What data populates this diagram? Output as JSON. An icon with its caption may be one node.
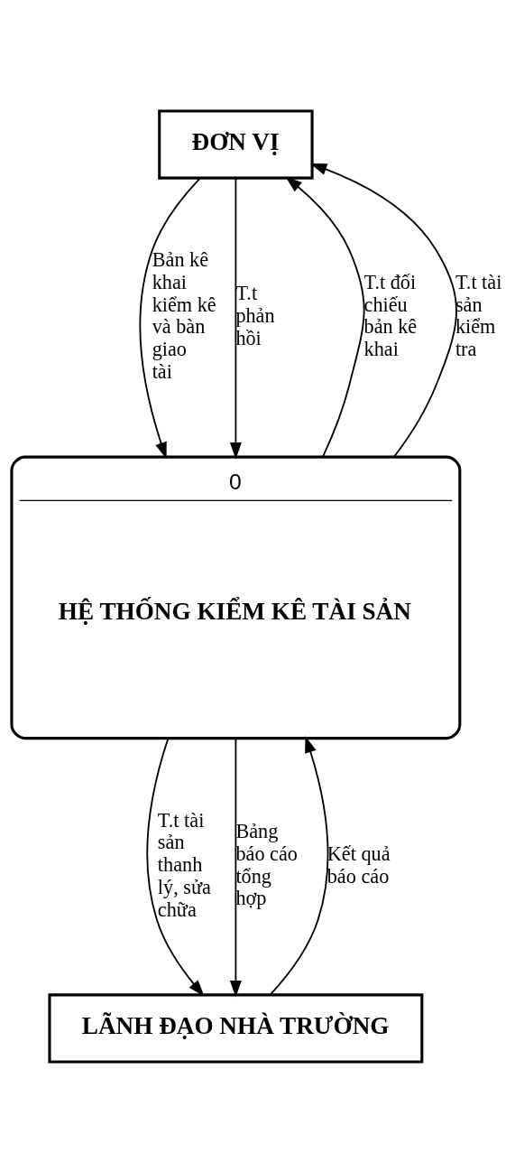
{
  "diagram": {
    "nodes": [
      {
        "text": [
          "ĐƠN VỊ"
        ]
      },
      {
        "text": [
          "0",
          "HỆ THỐNG KIỂM KÊ TÀI SẢN"
        ]
      },
      {
        "text": [
          "LÃNH ĐẠO NHÀ TRƯỜNG"
        ]
      }
    ],
    "edges": [
      {
        "from": 0,
        "to": 1,
        "arrow": "to",
        "label": "Bản kê khai kiểm kê và bàn giao tài"
      },
      {
        "from": 1,
        "to": 0,
        "arrow": "to",
        "label": "T.t đối chiếu bản kê khai"
      },
      {
        "from": 1,
        "to": 0,
        "arrow": "to",
        "label": "T.t tài sản kiểm tra"
      },
      {
        "from": 0,
        "to": 1,
        "arrow": "to",
        "label": "T.t phản hồi"
      },
      {
        "from": 1,
        "to": 2,
        "arrow": "to",
        "label": "T.t tài sản thanh lý, sửa chữa"
      },
      {
        "from": 1,
        "to": 2,
        "arrow": "to",
        "label": "Bảng báo cáo tổng hợp"
      },
      {
        "from": 2,
        "to": 1,
        "arrow": "to",
        "label": "Kết quả báo cáo"
      }
    ]
  }
}
